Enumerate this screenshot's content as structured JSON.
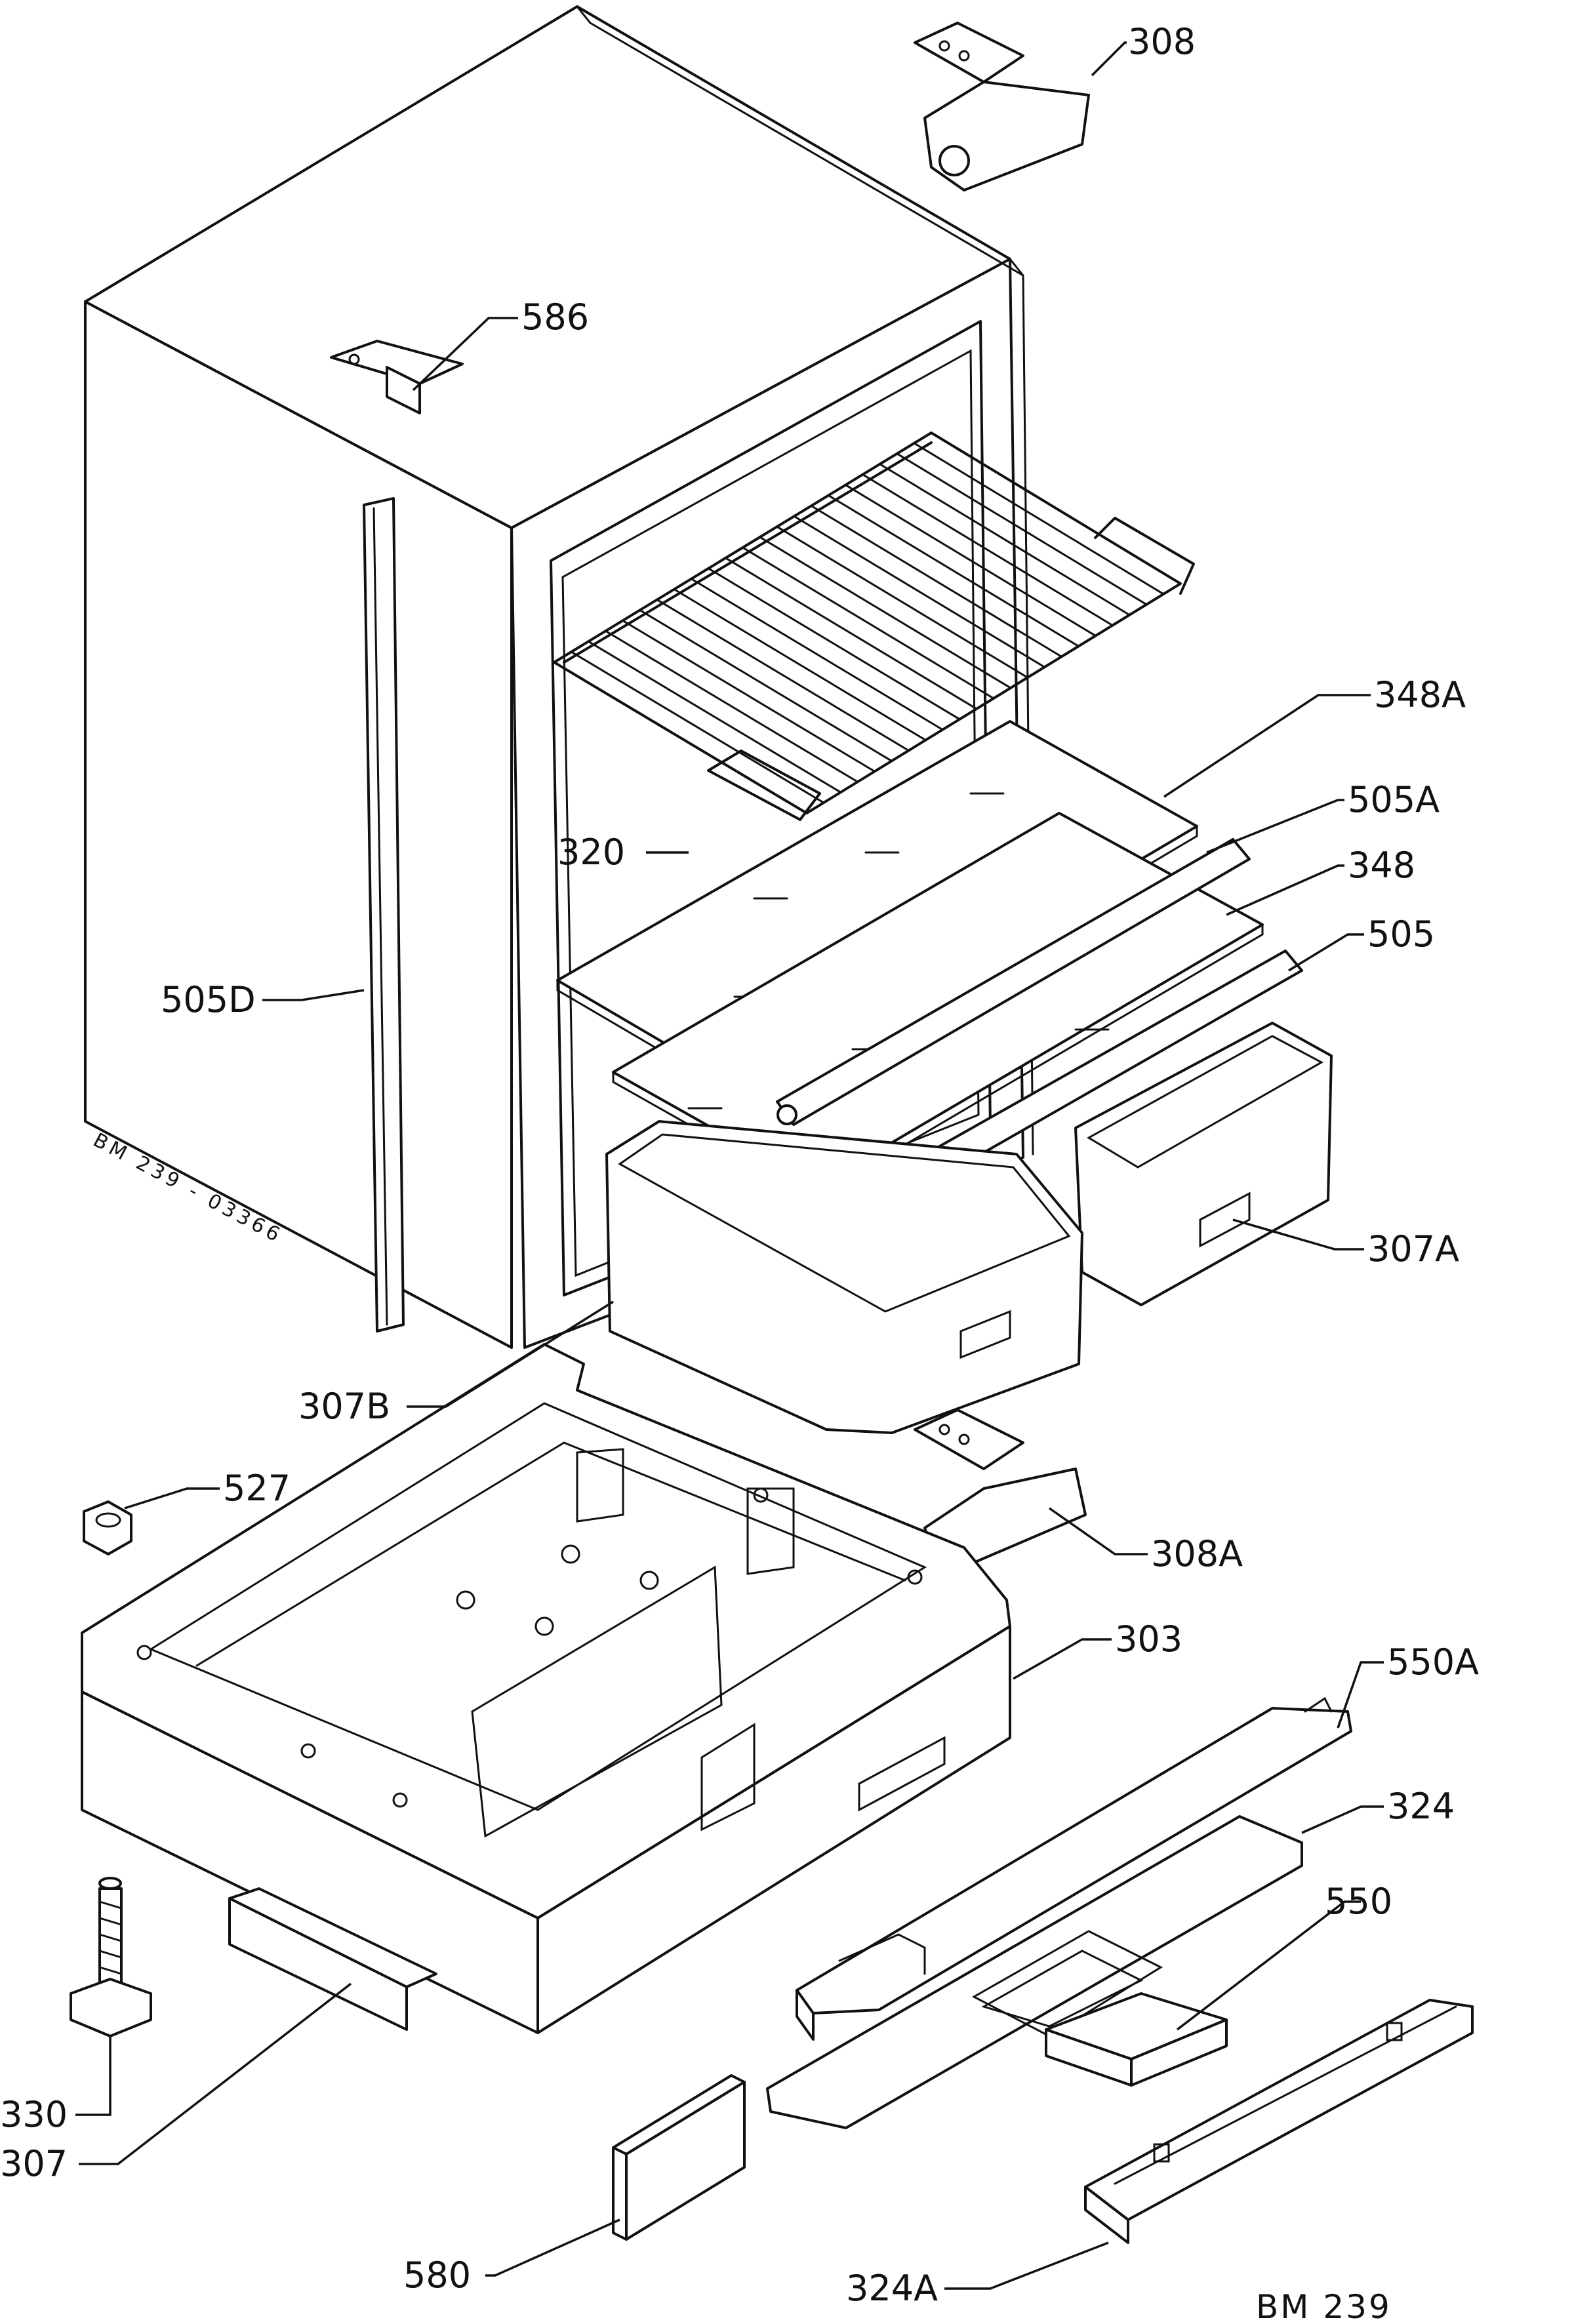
{
  "diagram": {
    "part_labels": {
      "p308": "308",
      "p586": "586",
      "p348A": "348A",
      "p505A": "505A",
      "p348": "348",
      "p505": "505",
      "p320": "320",
      "p505D": "505D",
      "p307A": "307A",
      "p307B": "307B",
      "p527": "527",
      "p308A": "308A",
      "p303": "303",
      "p550A": "550A",
      "p324": "324",
      "p550": "550",
      "p330": "330",
      "p307": "307",
      "p580": "580",
      "p324A": "324A"
    },
    "drawing_code": "BM 239 - 03366",
    "reference": "BM 239"
  }
}
